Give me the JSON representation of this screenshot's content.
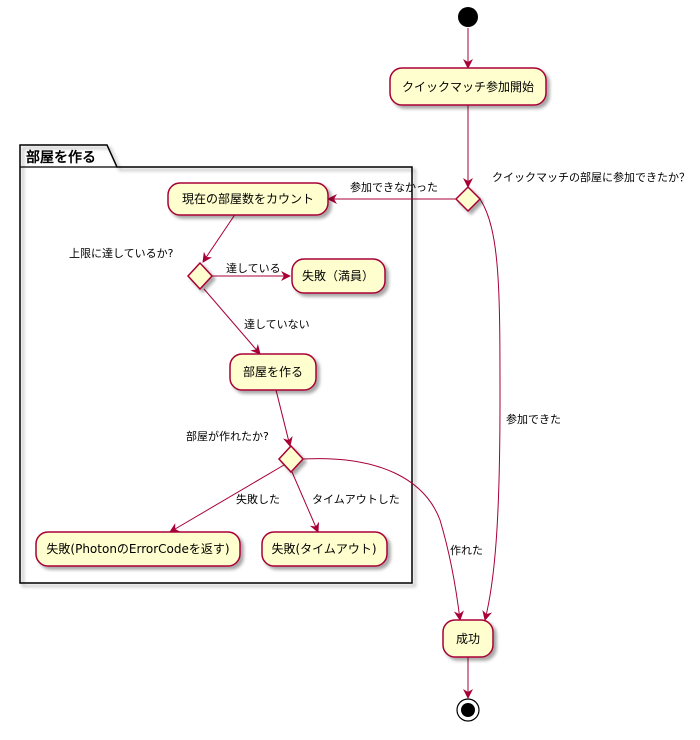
{
  "package": {
    "label": "部屋を作る"
  },
  "activities": {
    "join_start": "クイックマッチ参加開始",
    "count_rooms": "現在の部屋数をカウント",
    "fail_full": "失敗（満員）",
    "create_room": "部屋を作る",
    "fail_photon": "失敗(PhotonのErrorCodeを返す)",
    "fail_timeout": "失敗(タイムアウト)",
    "success": "成功"
  },
  "decisions": {
    "joined_q": "クイックマッチの部屋に参加できたか？",
    "limit_q": "上限に達しているか?",
    "created_q": "部屋が作れたか?"
  },
  "edge_labels": {
    "not_joined": "参加できなかった",
    "joined": "参加できた",
    "reached": "達している",
    "not_reached": "達していない",
    "failed": "失敗した",
    "timed_out": "タイムアウトした",
    "created": "作れた"
  },
  "colors": {
    "activity_fill": "#FEFECE",
    "activity_stroke": "#A80036",
    "arrow": "#A80036",
    "node": "#000000",
    "package_stroke": "#000000"
  }
}
